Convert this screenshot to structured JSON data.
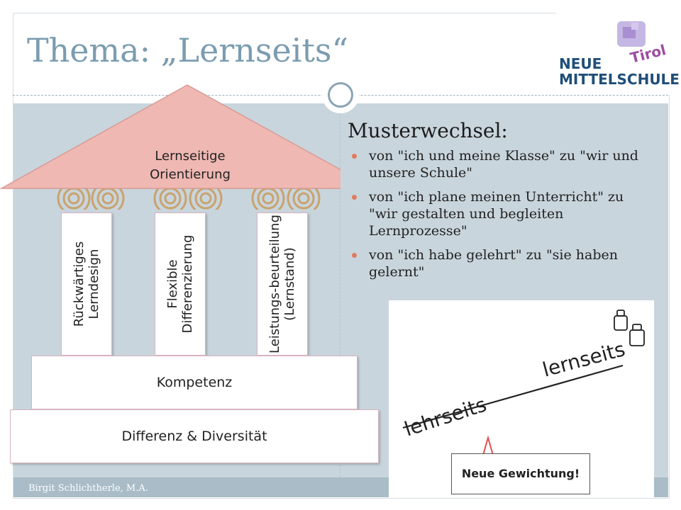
{
  "slide": {
    "title": "Thema: „Lernseits“",
    "footer": "Birgit Schlichtherle, M.A."
  },
  "logo": {
    "line1": "NEUE",
    "line2": "MITTELSCHULE",
    "accent": "Tirol"
  },
  "temple": {
    "roof_label": "Lernseitige Orientierung",
    "pillars": [
      "Rückwärtiges Lerndesign",
      "Flexible Differenzierung",
      "Leistungs-beurteilung (Lernstand)"
    ],
    "base_upper": "Kompetenz",
    "base_lower": "Differenz & Diversität"
  },
  "right": {
    "heading": "Musterwechsel:",
    "bullets": [
      "von \"ich und meine Klasse\" zu \"wir und unsere Schule\"",
      "von \"ich plane meinen Unterricht\" zu \"wir gestalten und begleiten Lernprozesse\"",
      "von \"ich habe gelehrt\" zu \"sie haben gelernt\""
    ]
  },
  "seesaw": {
    "left_word": "lehrseits",
    "right_word": "lernseits",
    "caption": "Neue Gewichtung!"
  },
  "colors": {
    "title": "#7b9cb0",
    "content_bg": "#c9d5dd",
    "roof": "#efb8b2",
    "bullet": "#e07a5f",
    "footer_bg": "#a9bcc8"
  }
}
